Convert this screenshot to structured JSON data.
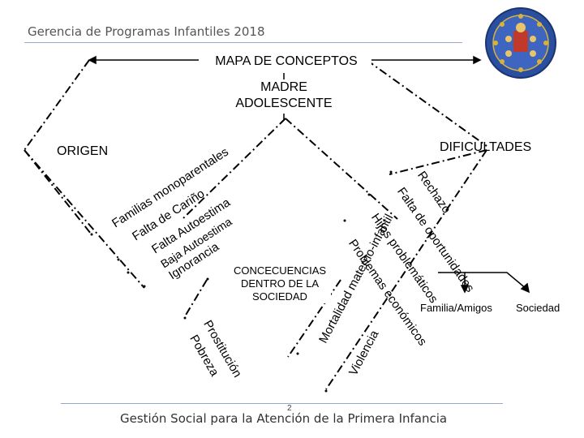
{
  "header": {
    "title": "Gerencia de Programas Infantiles 2018"
  },
  "footer": {
    "title": "Gestión Social para la Atención de la Primera Infancia",
    "page_number": "2"
  },
  "diagram": {
    "title": "MAPA DE CONCEPTOS",
    "root": "MADRE\nADOLESCENTE",
    "origin": {
      "label": "ORIGEN",
      "items": [
        "Familias monoparentales",
        "Falta de Cariño",
        "Falta Autoestima",
        "Baja Autoestima",
        "Ignorancia"
      ]
    },
    "difficulties": {
      "label": "DIFICULTADES",
      "items": [
        "Rechazo",
        "Falta de oportunidades",
        "Hijos problemáticos",
        "Problemas económicos"
      ]
    },
    "consequences": {
      "label": "CONCECUENCIAS DENTRO DE LA SOCIEDAD",
      "left_items": [
        "Prostitución",
        "Pobreza"
      ],
      "right_items": [
        "Mortalidad materno-infantil",
        "Violencia"
      ]
    },
    "support": {
      "items": [
        "Familia/Amigos",
        "Sociedad"
      ]
    }
  },
  "colors": {
    "header_text": "#555555",
    "rule": "#9aa7c2",
    "seal_blue": "#2a4fa0",
    "seal_gold": "#d8b23a"
  }
}
